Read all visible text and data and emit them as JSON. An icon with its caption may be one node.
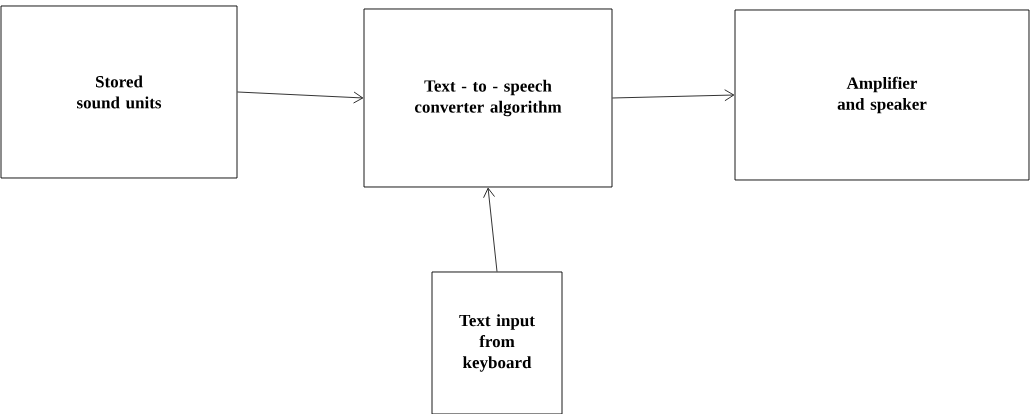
{
  "diagram": {
    "nodes": [
      {
        "text": [
          "Stored sound units"
        ]
      },
      {
        "text": [
          "Text - to - speech converter algorithm"
        ]
      },
      {
        "text": [
          "Amplifier and speaker"
        ]
      },
      {
        "text": [
          "Text input from keyboard"
        ]
      }
    ],
    "edges": [
      {
        "from": 0,
        "to": 1,
        "arrow": "to"
      },
      {
        "from": 1,
        "to": 2,
        "arrow": "to"
      },
      {
        "from": 3,
        "to": 1,
        "arrow": "to"
      }
    ]
  }
}
